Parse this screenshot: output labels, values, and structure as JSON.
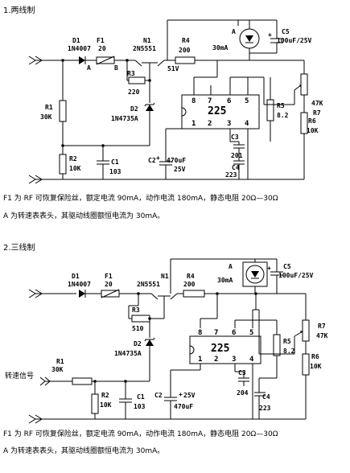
{
  "sections": [
    {
      "heading": "1.两线制",
      "labels": {
        "d1": "D1",
        "d1v": "1N4007",
        "f1": "F1",
        "f1v": "20",
        "n1": "N1",
        "n1v": "2N5551",
        "r4": "R4",
        "r4v": "200",
        "r4b": "51V",
        "a": "A",
        "am": "30mA",
        "c5": "C5",
        "c5v": "100uF/25V",
        "r3": "R3",
        "r3v": "220",
        "ra": "A",
        "rb": "B",
        "d2": "D2",
        "d2v": "1N4735A",
        "r1": "R1",
        "r1v": "30K",
        "r2": "R2",
        "r2v": "10K",
        "c1": "C1",
        "c1v": "103",
        "c2": "C2",
        "c2v": "470uF",
        "c2b": "25V",
        "ic": "225",
        "p8": "8",
        "p7": "7",
        "p6": "6",
        "p5": "5",
        "p1": "1",
        "p2": "2",
        "p3": "3",
        "p4": "4",
        "r5": "R5",
        "r5v": "8.2",
        "c3": "C3",
        "c3v": "201",
        "c4": "C4",
        "c4v": "223",
        "r7": "R7",
        "r7v": "47K",
        "r6": "R6",
        "r6v": "10K"
      },
      "note1": "F1 为 RF 可恢复保险丝，额定电流 90mA，动作电流 180mA，静态电阻 20Ω—30Ω",
      "note2": "A 为转速表表头，其驱动线圈额恒电流为 30mA。"
    },
    {
      "heading": "2.三线制",
      "labels": {
        "d1": "D1",
        "d1v": "1N4007",
        "f1": "F1",
        "f1v": "20",
        "n1": "N1",
        "n1v": "2N5551",
        "r4": "R4",
        "r4v": "200",
        "a": "A",
        "am": "30mA",
        "c5": "C5",
        "c5v": "100uF/25V",
        "r3": "R3",
        "r3v": "510",
        "d2": "D2",
        "d2v": "1N4735A",
        "sig": "转速信号",
        "r1": "R1",
        "r1v": "30K",
        "r2": "R2",
        "r2v": "10K",
        "c1": "C1",
        "c1v": "103",
        "c2": "C2",
        "c2v": "25V",
        "c2b": "470uF",
        "ic": "225",
        "p8": "8",
        "p7": "7",
        "p6": "6",
        "p5": "5",
        "p1": "1",
        "p2": "2",
        "p3": "3",
        "p4": "4",
        "r5": "R5",
        "r5v": "8.2",
        "c3": "C3",
        "c3v": "204",
        "c4": "C4",
        "c4v": "223",
        "r7": "R7",
        "r7v": "47K",
        "r6": "R6",
        "r6v": "10K"
      },
      "note1": "F1 为 RF 可恢复保险丝，额定电流 90mA，动作电流 180mA，静态电阻 20Ω—30Ω",
      "note2": "A 为转速表表头，其驱动线圈额恒电流为 30mA。"
    }
  ]
}
